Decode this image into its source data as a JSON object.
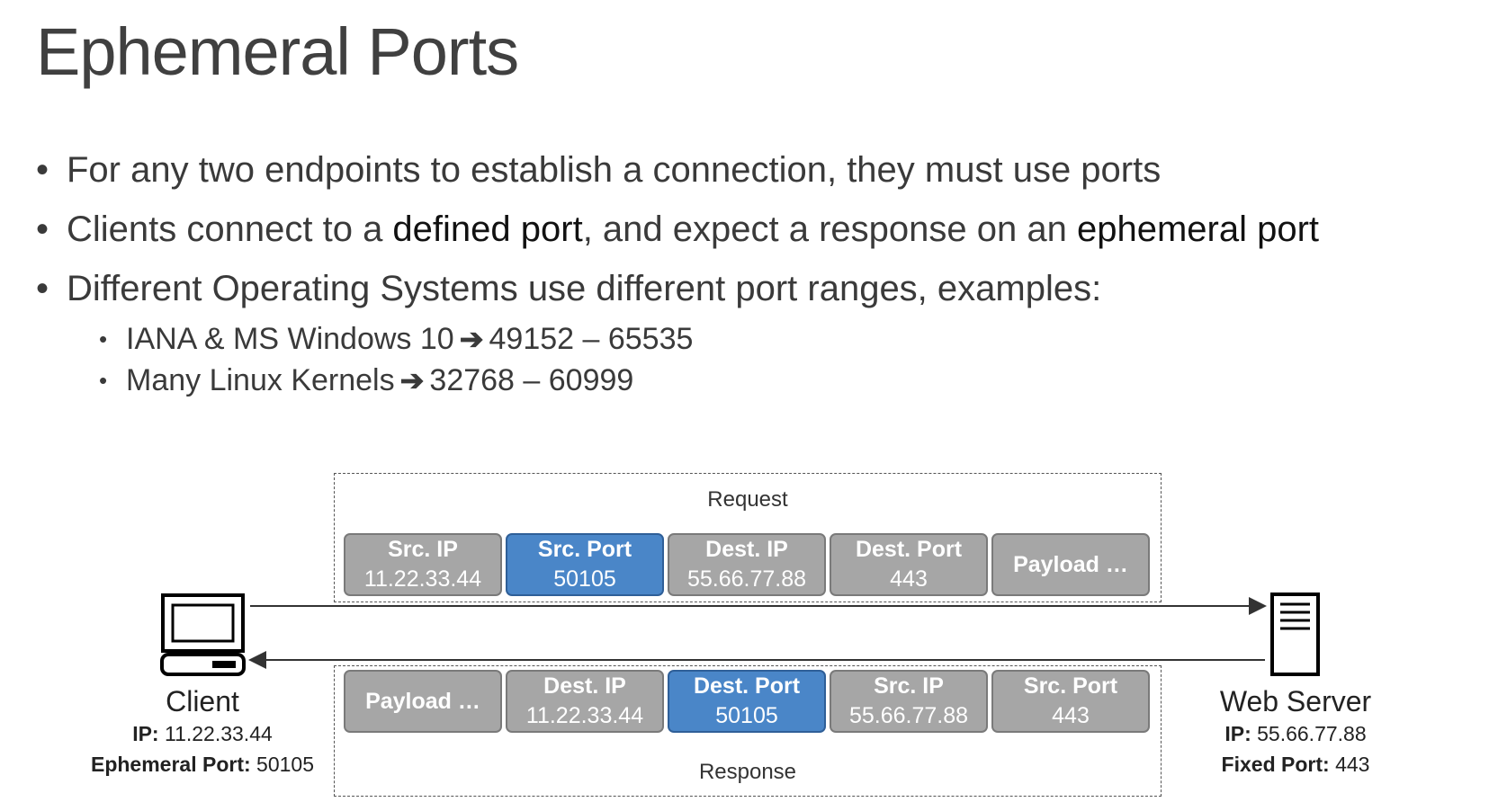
{
  "title": "Ephemeral Ports",
  "bullets": [
    {
      "pre": "For any two endpoints to establish a connection, they must use ports"
    },
    {
      "pre": "Clients connect to a ",
      "bold1": "defined port",
      "mid": ", and expect a response on an ",
      "bold2": "ephemeral port"
    },
    {
      "pre": "Different Operating Systems use different port ranges, examples:"
    }
  ],
  "sub_bullets": [
    {
      "left": "IANA & MS Windows 10",
      "right": "49152 – 65535"
    },
    {
      "left": "Many Linux Kernels",
      "right": "32768 – 60999"
    }
  ],
  "request": {
    "label": "Request",
    "cells": [
      {
        "key": "Src. IP",
        "value": "11.22.33.44",
        "highlight": false
      },
      {
        "key": "Src. Port",
        "value": "50105",
        "highlight": true
      },
      {
        "key": "Dest. IP",
        "value": "55.66.77.88",
        "highlight": false
      },
      {
        "key": "Dest. Port",
        "value": "443",
        "highlight": false
      },
      {
        "key": "Payload …",
        "value": "",
        "highlight": false
      }
    ]
  },
  "response": {
    "label": "Response",
    "cells": [
      {
        "key": "Payload …",
        "value": "",
        "highlight": false
      },
      {
        "key": "Dest. IP",
        "value": "11.22.33.44",
        "highlight": false
      },
      {
        "key": "Dest. Port",
        "value": "50105",
        "highlight": true
      },
      {
        "key": "Src. IP",
        "value": "55.66.77.88",
        "highlight": false
      },
      {
        "key": "Src. Port",
        "value": "443",
        "highlight": false
      }
    ]
  },
  "client": {
    "name": "Client",
    "ip_label": "IP:",
    "ip": "11.22.33.44",
    "port_label": "Ephemeral Port:",
    "port": "50105",
    "icon": "computer-icon"
  },
  "server": {
    "name": "Web Server",
    "ip_label": "IP:",
    "ip": "55.66.77.88",
    "port_label": "Fixed Port:",
    "port": "443",
    "icon": "server-icon"
  },
  "colors": {
    "highlight": "#4a86c8",
    "cell": "#a6a6a6",
    "arrow": "#333333"
  }
}
